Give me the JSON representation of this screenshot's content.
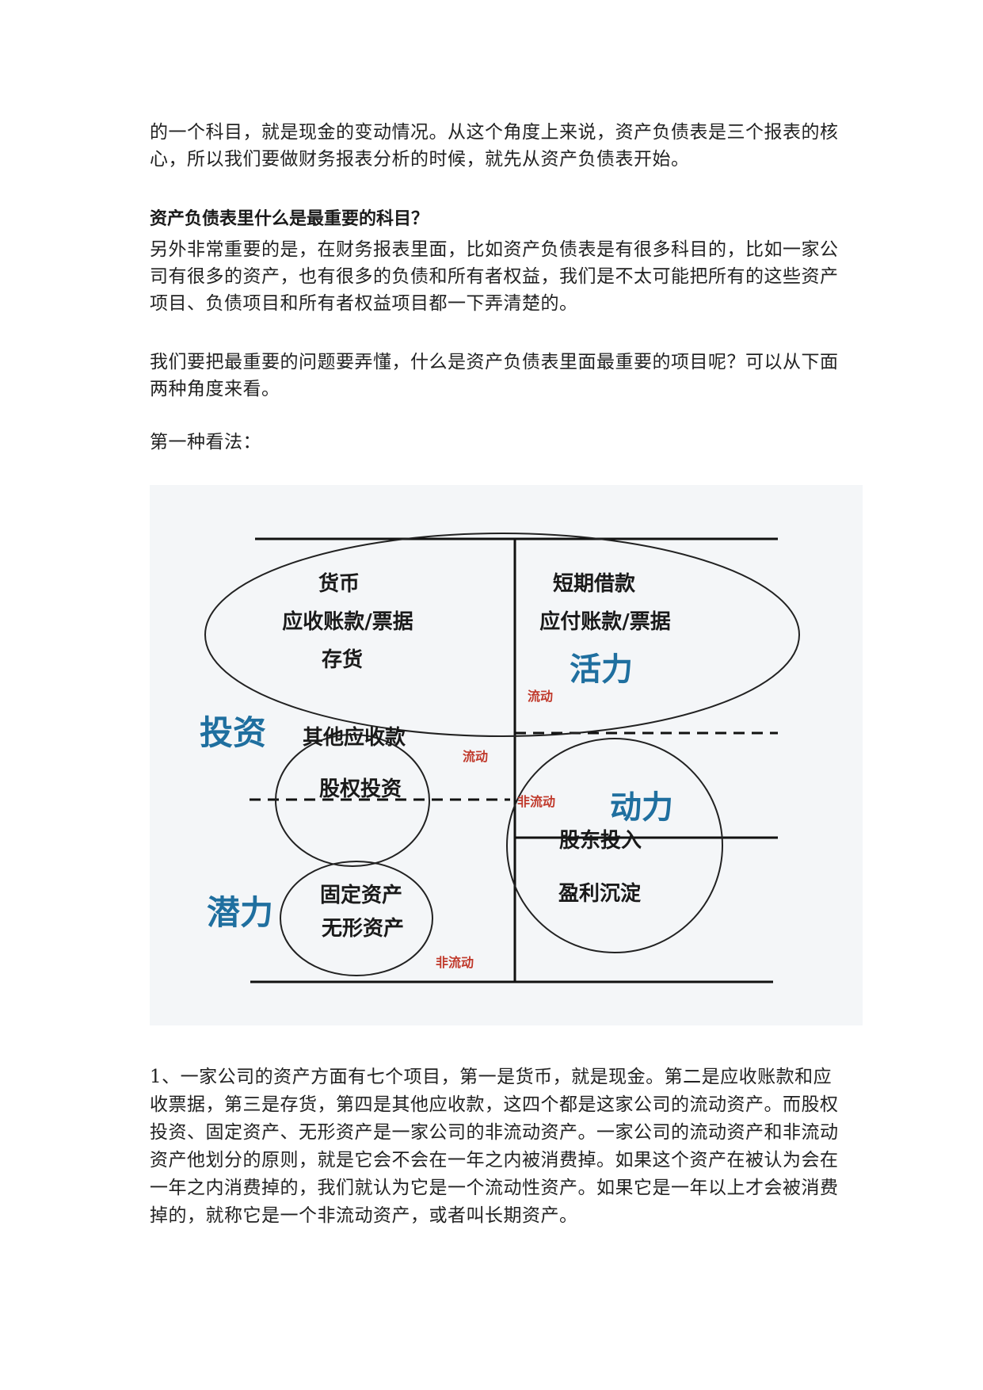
{
  "paragraphs": {
    "p1": "的一个科目，就是现金的变动情况。从这个角度上来说，资产负债表是三个报表的核心，所以我们要做财务报表分析的时候，就先从资产负债表开始。",
    "heading": "资产负债表里什么是最重要的科目？",
    "p2": "另外非常重要的是，在财务报表里面，比如资产负债表是有很多科目的，比如一家公司有很多的资产，也有很多的负债和所有者权益，我们是不太可能把所有的这些资产项目、负债项目和所有者权益项目都一下弄清楚的。",
    "p3": "我们要把最重要的问题要弄懂，什么是资产负债表里面最重要的项目呢？可以从下面两种角度来看。",
    "p4": "第一种看法：",
    "p5": "1、一家公司的资产方面有七个项目，第一是货币，就是现金。第二是应收账款和应收票据，第三是存货，第四是其他应收款，这四个都是这家公司的流动资产。而股权投资、固定资产、无形资产是一家公司的非流动资产。一家公司的流动资产和非流动资产他划分的原则，就是它会不会在一年之内被消费掉。如果这个资产在被认为会在一年之内消费掉的，我们就认为它是一个流动性资产。如果它是一年以上才会被消费掉的，就称它是一个非流动资产，或者叫长期资产。"
  },
  "diagram": {
    "left_top": [
      "货币",
      "应收账款/票据",
      "存货"
    ],
    "right_top": [
      "短期借款",
      "应付账款/票据"
    ],
    "vitality": "活力",
    "liquid_tag_1": "流动",
    "investment": "投资",
    "other_receivable": "其他应收款",
    "equity_investment": "股权投资",
    "liquid_tag_2": "流动",
    "power": "动力",
    "nonliquid_tag_1": "非流动",
    "shareholder_input": "股东投入",
    "retained_earnings": "盈利沉淀",
    "potential": "潜力",
    "fixed_assets": "固定资产",
    "intangible_assets": "无形资产",
    "nonliquid_tag_2": "非流动",
    "colors": {
      "blue": "#1f6f9f",
      "red": "#c0392b",
      "ink": "#1a1a1a"
    }
  }
}
